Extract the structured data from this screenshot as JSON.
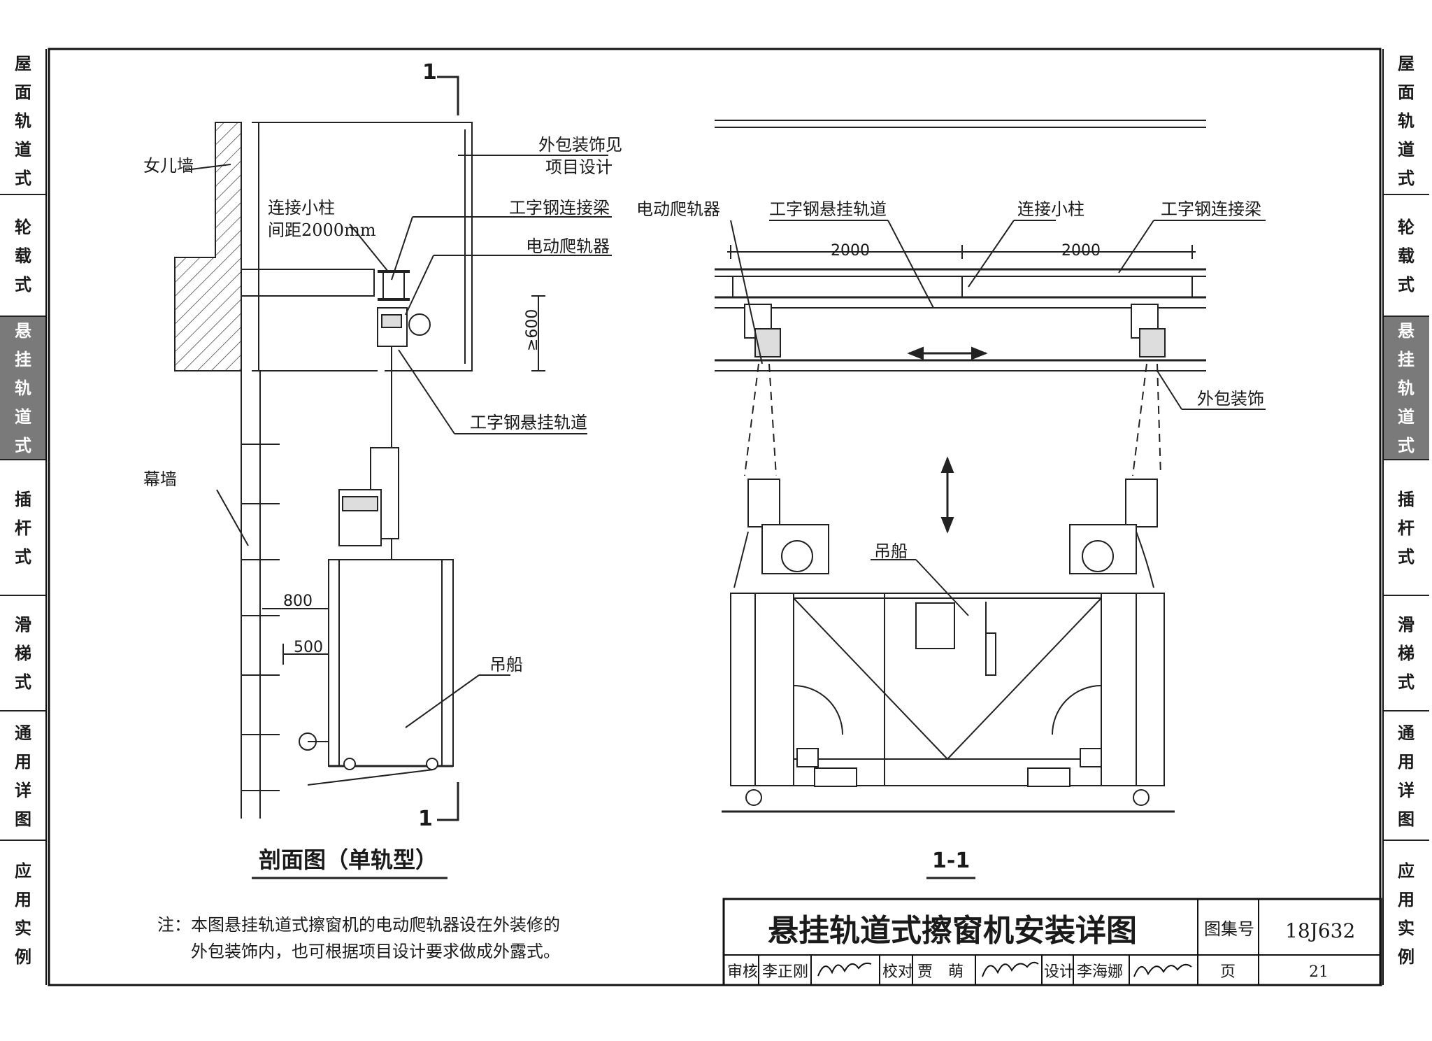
{
  "side_tabs": [
    {
      "label": "屋面轨道式",
      "active": false
    },
    {
      "label": "轮载式",
      "active": false
    },
    {
      "label": "悬挂轨道式",
      "active": true
    },
    {
      "label": "插杆式",
      "active": false
    },
    {
      "label": "滑梯式",
      "active": false
    },
    {
      "label": "通用详图",
      "active": false
    },
    {
      "label": "应用实例",
      "active": false
    }
  ],
  "section_view": {
    "cut_mark_top": "1",
    "cut_mark_bottom": "1",
    "labels": {
      "parapet": "女儿墙",
      "cladding_line1": "外包装饰见",
      "cladding_line2": "项目设计",
      "post_line1": "连接小柱",
      "post_line2": "间距2000mm",
      "i_beam": "工字钢连接梁",
      "crawler": "电动爬轨器",
      "track": "工字钢悬挂轨道",
      "curtain_wall": "幕墙",
      "gondola": "吊船"
    },
    "dims": {
      "clearance": "≥600",
      "d800": "800",
      "d500": "500"
    },
    "caption": "剖面图（单轨型）"
  },
  "elevation_view": {
    "labels": {
      "crawler": "电动爬轨器",
      "track": "工字钢悬挂轨道",
      "post": "连接小柱",
      "i_beam": "工字钢连接梁",
      "cladding": "外包装饰",
      "gondola": "吊船"
    },
    "dims": {
      "span_left": "2000",
      "span_right": "2000"
    },
    "caption": "1-1"
  },
  "note": {
    "line1": "注：本图悬挂轨道式擦窗机的电动爬轨器设在外装修的",
    "line2": "外包装饰内，也可根据项目设计要求做成外露式。"
  },
  "title_block": {
    "title": "悬挂轨道式擦窗机安装详图",
    "atlas_label": "图集号",
    "atlas_no": "18J632",
    "review_label": "审核",
    "review_name": "李正刚",
    "check_label": "校对",
    "check_name": "贾　萌",
    "design_label": "设计",
    "design_name": "李海娜",
    "page_label": "页",
    "page_no": "21"
  }
}
